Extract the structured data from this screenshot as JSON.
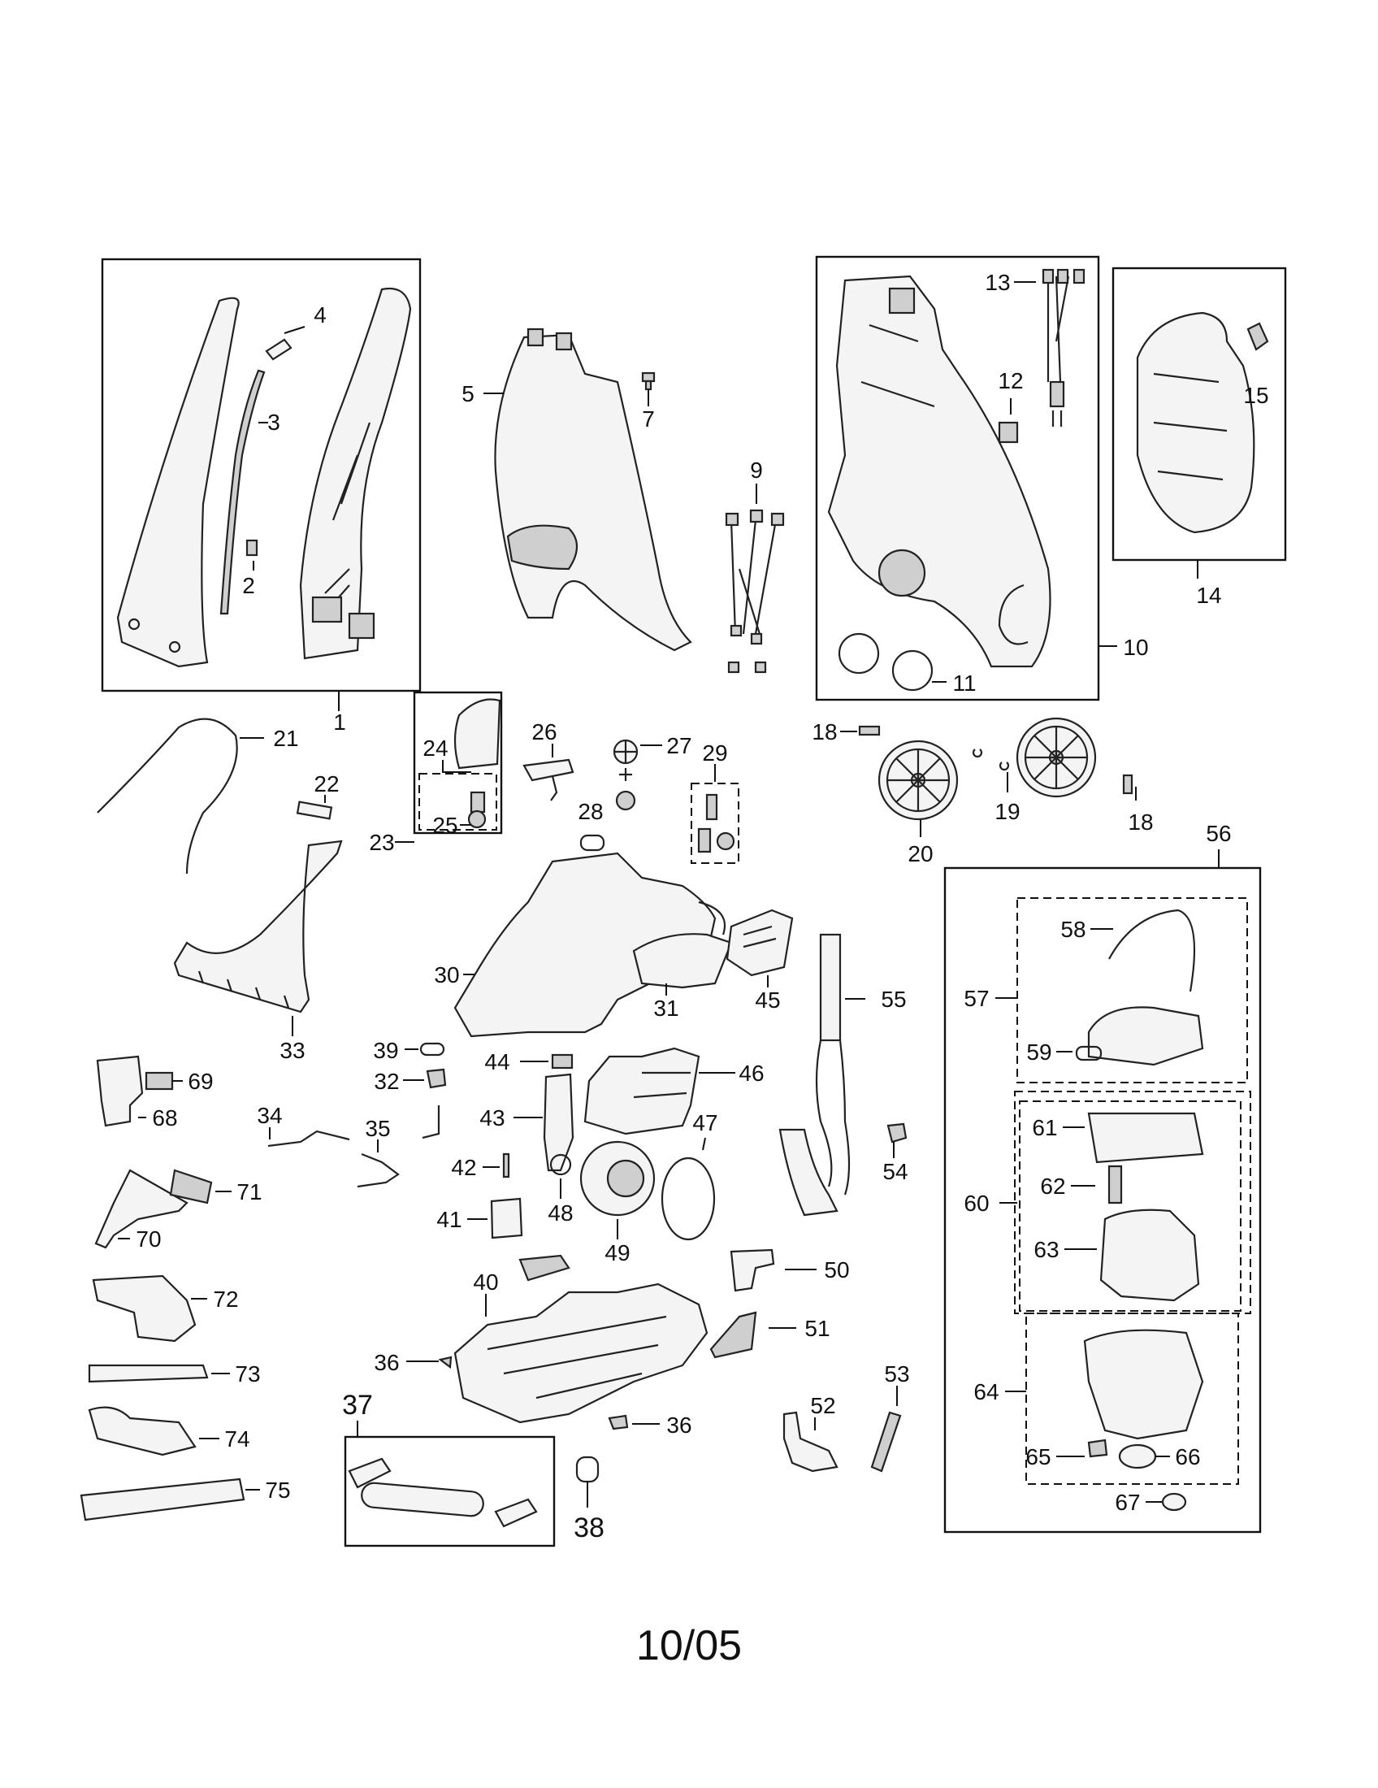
{
  "footer_text": "10/05",
  "callouts": {
    "p1": "1",
    "p2": "2",
    "p3": "3",
    "p4": "4",
    "p5": "5",
    "p7": "7",
    "p9": "9",
    "p10": "10",
    "p11": "11",
    "p12": "12",
    "p13": "13",
    "p14": "14",
    "p15": "15",
    "p18a": "18",
    "p18b": "18",
    "p19": "19",
    "p20": "20",
    "p21": "21",
    "p22": "22",
    "p23": "23",
    "p24": "24",
    "p25": "25",
    "p26": "26",
    "p27": "27",
    "p28": "28",
    "p29": "29",
    "p30": "30",
    "p31": "31",
    "p32": "32",
    "p33": "33",
    "p34": "34",
    "p35": "35",
    "p36a": "36",
    "p36b": "36",
    "p37": "37",
    "p38": "38",
    "p39": "39",
    "p40": "40",
    "p41": "41",
    "p42": "42",
    "p43": "43",
    "p44": "44",
    "p45": "45",
    "p46": "46",
    "p47": "47",
    "p48": "48",
    "p49": "49",
    "p50": "50",
    "p51": "51",
    "p52": "52",
    "p53": "53",
    "p54": "54",
    "p55": "55",
    "p56": "56",
    "p57": "57",
    "p58": "58",
    "p59": "59",
    "p60": "60",
    "p61": "61",
    "p62": "62",
    "p63": "63",
    "p64": "64",
    "p65": "65",
    "p66": "66",
    "p67": "67",
    "p68": "68",
    "p69": "69",
    "p70": "70",
    "p71": "71",
    "p72": "72",
    "p73": "73",
    "p74": "74",
    "p75": "75"
  }
}
